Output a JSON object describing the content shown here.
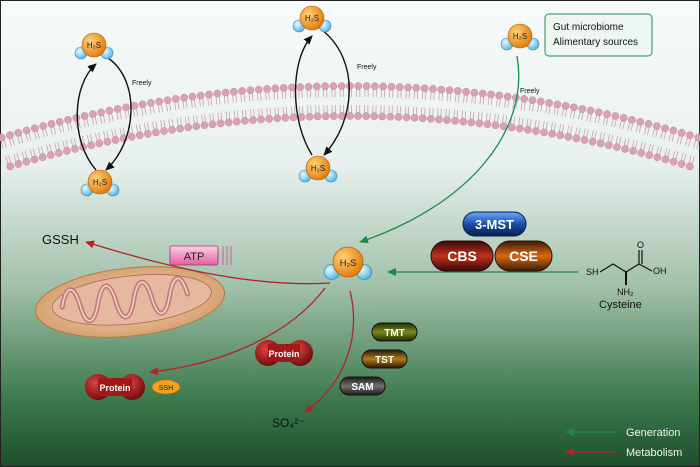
{
  "molecule_label": "H₂S",
  "freely_label": "Freely",
  "source_box": {
    "line1": "Gut microbiome",
    "line2": "Alimentary sources"
  },
  "enzymes": {
    "mst": "3-MST",
    "cbs": "CBS",
    "cse": "CSE"
  },
  "cysteine": {
    "name": "Cysteine",
    "sh": "SH",
    "oh": "OH",
    "o": "O",
    "nh2": "NH₂"
  },
  "gssh_label": "GSSH",
  "atp_label": "ATP",
  "protein_label": "Protein",
  "ssh_label": "SSH",
  "metab_enzymes": {
    "tmt": "TMT",
    "tst": "TST",
    "sam": "SAM"
  },
  "sulfate_label": "SO₄²⁻",
  "legend": {
    "generation": "Generation",
    "metabolism": "Metabolism"
  },
  "colors": {
    "generation": "#1e8a4a",
    "metabolism": "#b0242a",
    "membrane_head": "#d9a2b4",
    "molecule_s": "#f39a1e",
    "molecule_h": "#7fd0f0"
  }
}
